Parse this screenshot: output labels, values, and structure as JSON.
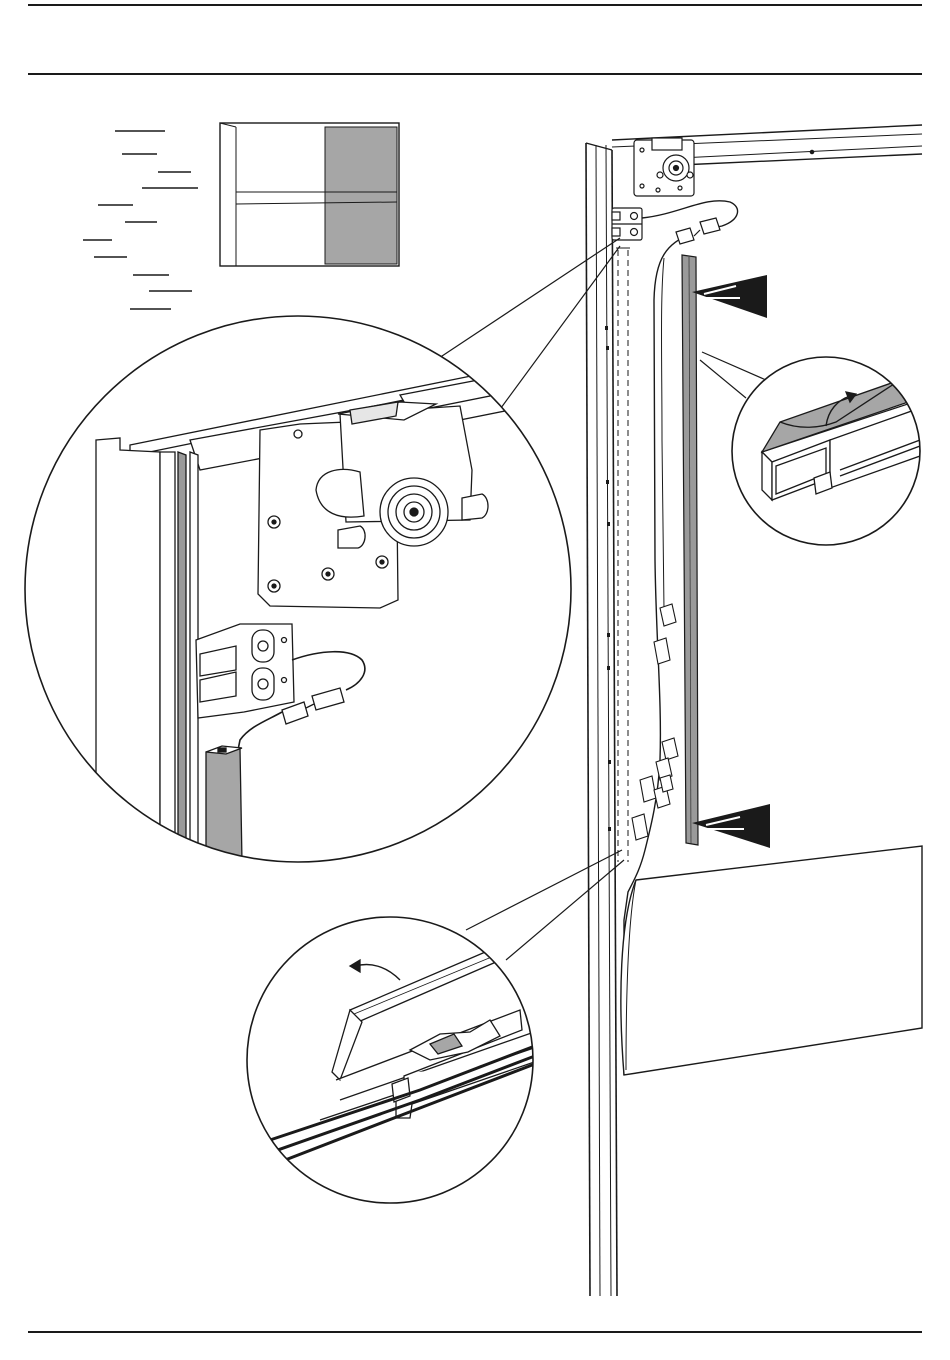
{
  "page": {
    "header_text": "",
    "footer_text": ""
  },
  "colors": {
    "ink": "#1a1a1a",
    "paper": "#ffffff",
    "panel_grey": "#a6a6a6",
    "trim_grey": "#9a9a9a",
    "light_grey": "#e6e6e6"
  },
  "diagram": {
    "arrow_count": 2,
    "callout_count": 3,
    "wardrobe_doors": 2,
    "cable_clips": 8
  }
}
